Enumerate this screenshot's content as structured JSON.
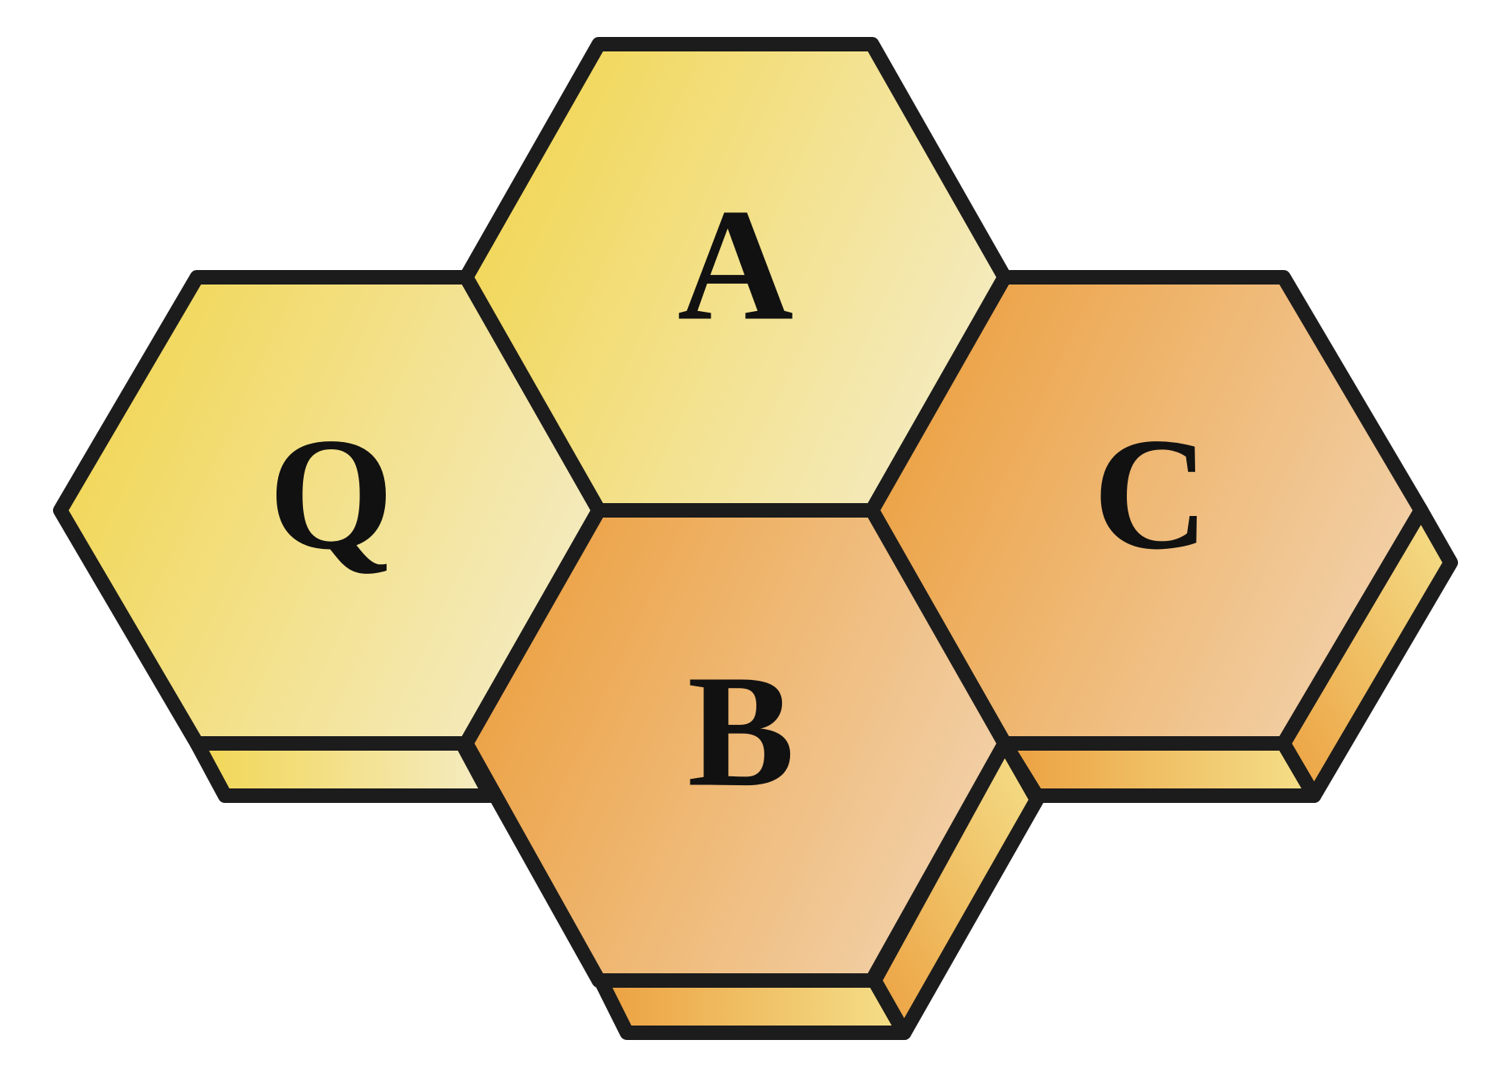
{
  "tiles": [
    {
      "id": "q",
      "letter": "Q",
      "tone": "yellow"
    },
    {
      "id": "a",
      "letter": "A",
      "tone": "yellow"
    },
    {
      "id": "b",
      "letter": "B",
      "tone": "orange"
    },
    {
      "id": "c",
      "letter": "C",
      "tone": "orange"
    }
  ],
  "colors": {
    "outline": "#1c1c1c",
    "yellow_light": "#f4ecc4",
    "yellow_dark": "#f2d653",
    "orange_light": "#f2d2ac",
    "orange_dark": "#eca040",
    "letter": "#111111"
  }
}
